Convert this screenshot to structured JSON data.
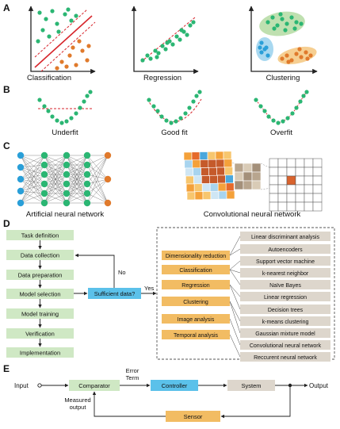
{
  "panel_a": {
    "letter": "A",
    "plot_labels": [
      "Classification",
      "Regression",
      "Clustering"
    ]
  },
  "panel_b": {
    "letter": "B",
    "plot_labels": [
      "Underfit",
      "Good fit",
      "Overfit"
    ]
  },
  "panel_c": {
    "letter": "C",
    "ann_label": "Artificial neural network",
    "cnn_label": "Convolutional neural network"
  },
  "panel_d": {
    "letter": "D",
    "workflow_steps": [
      "Task definition",
      "Data collection",
      "Data preparation",
      "Model selection",
      "Model training",
      "Verification",
      "Implementation"
    ],
    "decision_label": "Sufficient data?",
    "no_label": "No",
    "yes_label": "Yes",
    "tasks": [
      "Dimensionality reduction",
      "Classification",
      "Regression",
      "Clustering",
      "Image analysis",
      "Temporal analysis"
    ],
    "algorithms": [
      "Linear discriminant analysis",
      "Autoencoders",
      "Support vector machine",
      "k-nearest neighbor",
      "Naïve Bayes",
      "Linear regression",
      "Decision trees",
      "k-means clustering",
      "Gaussian mixture model",
      "Convolutional neural network",
      "Reccurent neural network"
    ]
  },
  "panel_e": {
    "letter": "E",
    "input_label": "Input",
    "output_label": "Output",
    "comparator_label": "Comparator",
    "error_term_line1": "Error",
    "error_term_line2": "Term",
    "controller_label": "Controller",
    "system_label": "System",
    "sensor_label": "Sensor",
    "measured_line1": "Measured",
    "measured_line2": "output"
  },
  "colors": {
    "green_dot": "#2bb673",
    "orange_dot": "#e07a2c",
    "blue_dot": "#2a9fd8",
    "red_line": "#d7262c",
    "workflow_box": "#cfe8c4",
    "decision_box": "#5bc1ea",
    "task_box": "#f2bc63",
    "algorithm_box": "#ddd6cc",
    "controller_box": "#5bc1ea",
    "sensor_box": "#f2bc63"
  }
}
